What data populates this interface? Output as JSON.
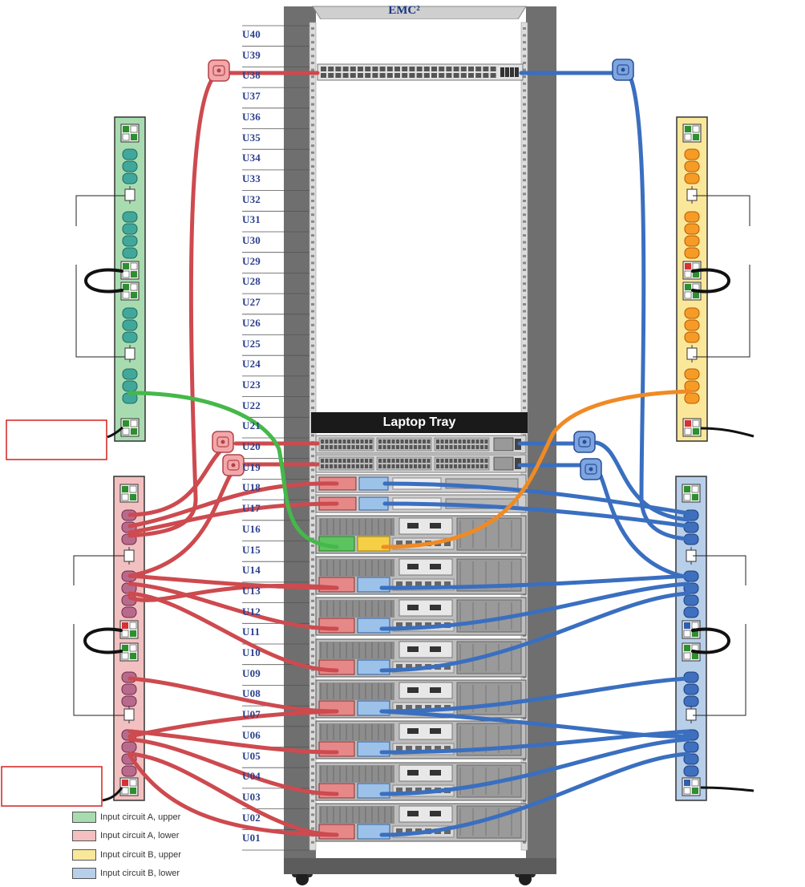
{
  "rack": {
    "brand": "EMC²",
    "tray_label": "Laptop Tray",
    "units": [
      "U40",
      "U39",
      "U38",
      "U37",
      "U36",
      "U35",
      "U34",
      "U33",
      "U32",
      "U31",
      "U30",
      "U29",
      "U28",
      "U27",
      "U26",
      "U25",
      "U24",
      "U23",
      "U22",
      "U21",
      "U20",
      "U19",
      "U18",
      "U17",
      "U16",
      "U15",
      "U14",
      "U13",
      "U12",
      "U11",
      "U10",
      "U09",
      "U08",
      "U07",
      "U06",
      "U05",
      "U04",
      "U03",
      "U02",
      "U01"
    ]
  },
  "legend": [
    {
      "label": "Input circuit A, upper",
      "color": "#a8dcb0"
    },
    {
      "label": "Input circuit A, lower",
      "color": "#f2c0c0"
    },
    {
      "label": "Input circuit B, upper",
      "color": "#fbe79a"
    },
    {
      "label": "Input circuit B, lower",
      "color": "#b8cfea"
    }
  ],
  "colors": {
    "cable_a": "#cd4a4f",
    "cable_b": "#3a6fc0",
    "cable_green": "#45b84a",
    "cable_orange": "#f08a24",
    "rack_frame": "#6f6f6f",
    "callout_border": "#d42020"
  }
}
